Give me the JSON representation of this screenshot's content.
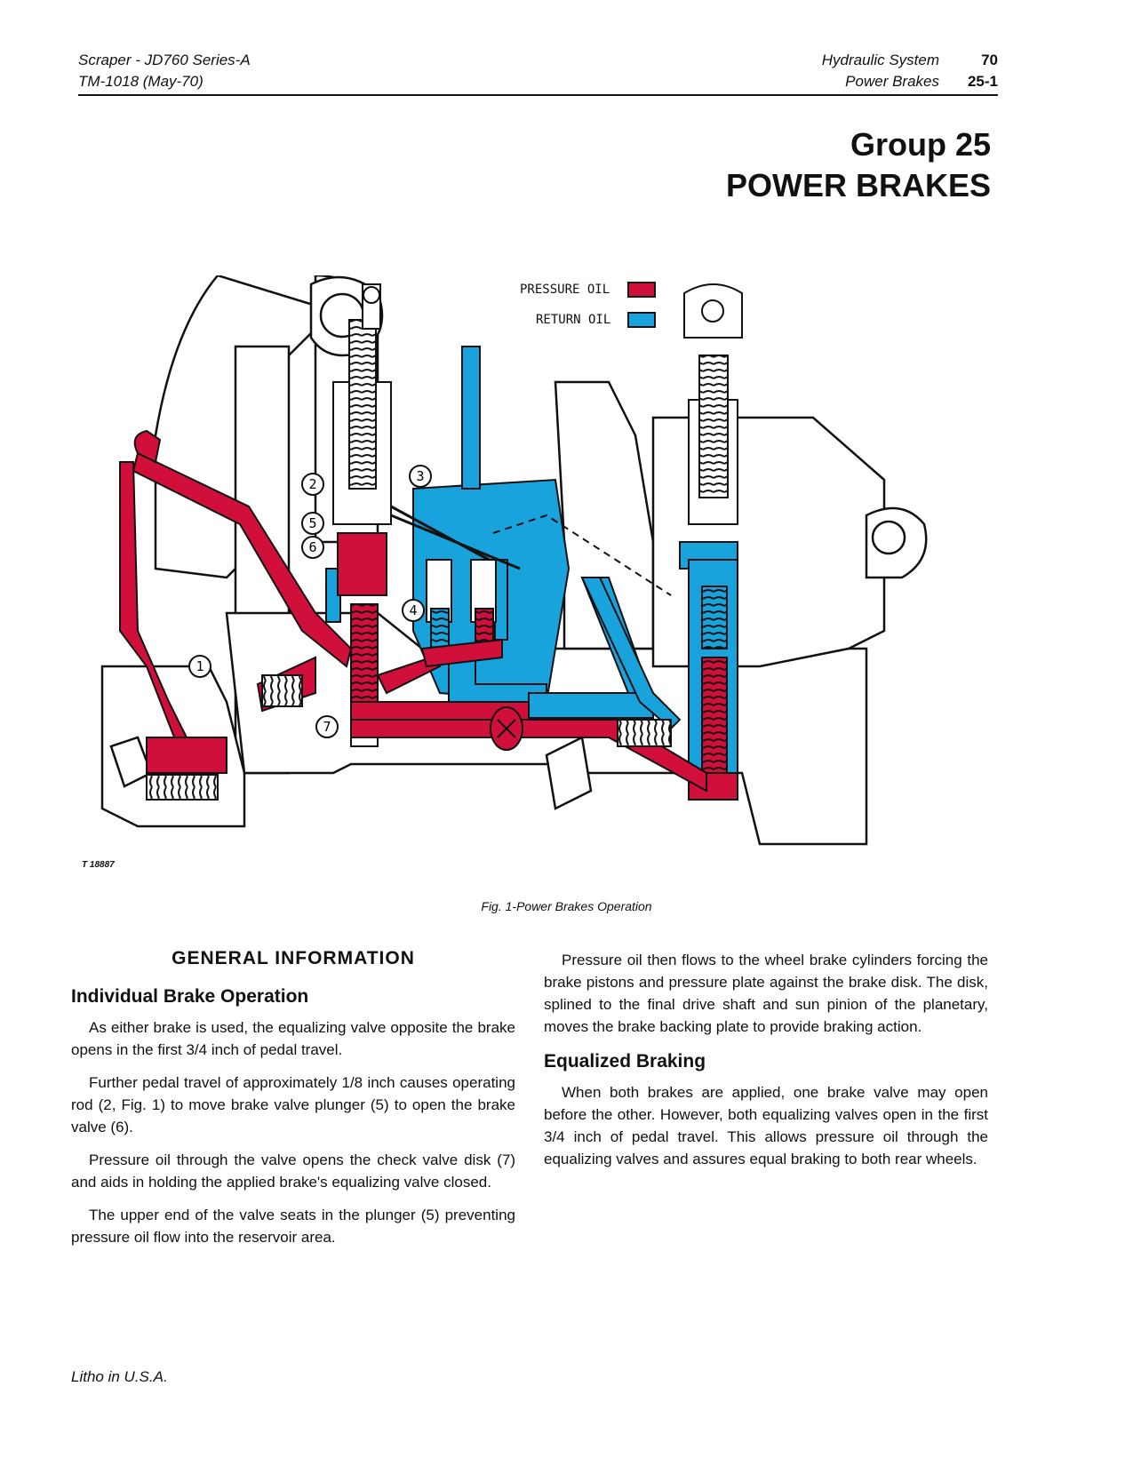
{
  "header": {
    "left_line1": "Scraper - JD760 Series-A",
    "left_line2": "TM-1018 (May-70)",
    "right_line1_label": "Hydraulic System",
    "right_line1_num": "70",
    "right_line2_label": "Power Brakes",
    "right_line2_num": "25-1"
  },
  "title": {
    "group": "Group 25",
    "name": "POWER BRAKES"
  },
  "figure": {
    "legend": {
      "pressure_label": "PRESSURE OIL",
      "return_label": "RETURN OIL",
      "pressure_color": "#d0103a",
      "return_color": "#19a3dc"
    },
    "callouts": [
      "1",
      "2",
      "3",
      "4",
      "5",
      "6",
      "7"
    ],
    "code": "T 18887",
    "caption": "Fig. 1-Power Brakes Operation"
  },
  "content": {
    "general_heading": "GENERAL INFORMATION",
    "individual_heading": "Individual Brake Operation",
    "p1": "As either brake is used, the equalizing valve opposite the brake opens in the first 3/4 inch of pedal travel.",
    "p2": "Further pedal travel of approximately 1/8 inch causes operating rod (2, Fig. 1) to move brake valve plunger (5) to open the brake valve (6).",
    "p3": "Pressure oil through the valve opens the check valve disk (7) and aids in holding the applied brake's equalizing valve closed.",
    "p4": "The upper end of the valve seats in the plunger (5) preventing pressure oil flow into the reservoir area.",
    "p5": "Pressure oil then flows to the wheel brake cylinders forcing the brake pistons and pressure plate against the brake disk. The disk, splined to the final drive shaft and sun pinion of the planetary, moves the brake backing plate to provide braking action.",
    "equalized_heading": "Equalized Braking",
    "p6": "When both brakes are applied, one brake valve may open before the other. However, both equalizing valves open in the first 3/4 inch of pedal travel. This allows pressure oil through the equalizing valves and assures equal braking to both rear wheels."
  },
  "footer": "Litho in U.S.A."
}
